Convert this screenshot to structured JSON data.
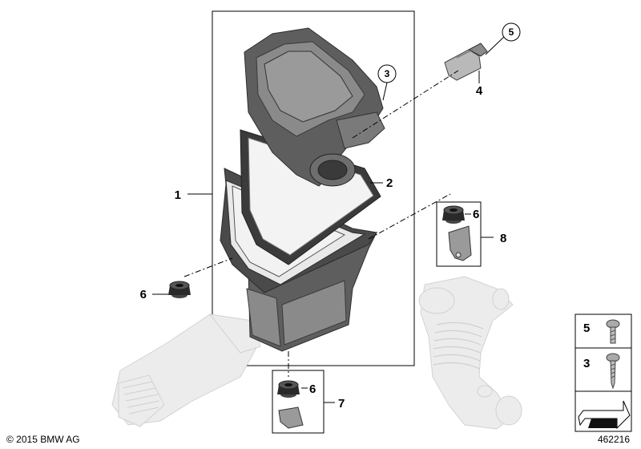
{
  "callouts": {
    "n1": "1",
    "n2": "2",
    "n3": "3",
    "n4": "4",
    "n5": "5",
    "n6a": "6",
    "n6b": "6",
    "n6c": "6",
    "n7": "7",
    "n8": "8"
  },
  "legend": {
    "screw_5": "5",
    "screw_3": "3"
  },
  "footer": {
    "copyright": "© 2015 BMW AG",
    "diagram_number": "462216"
  }
}
